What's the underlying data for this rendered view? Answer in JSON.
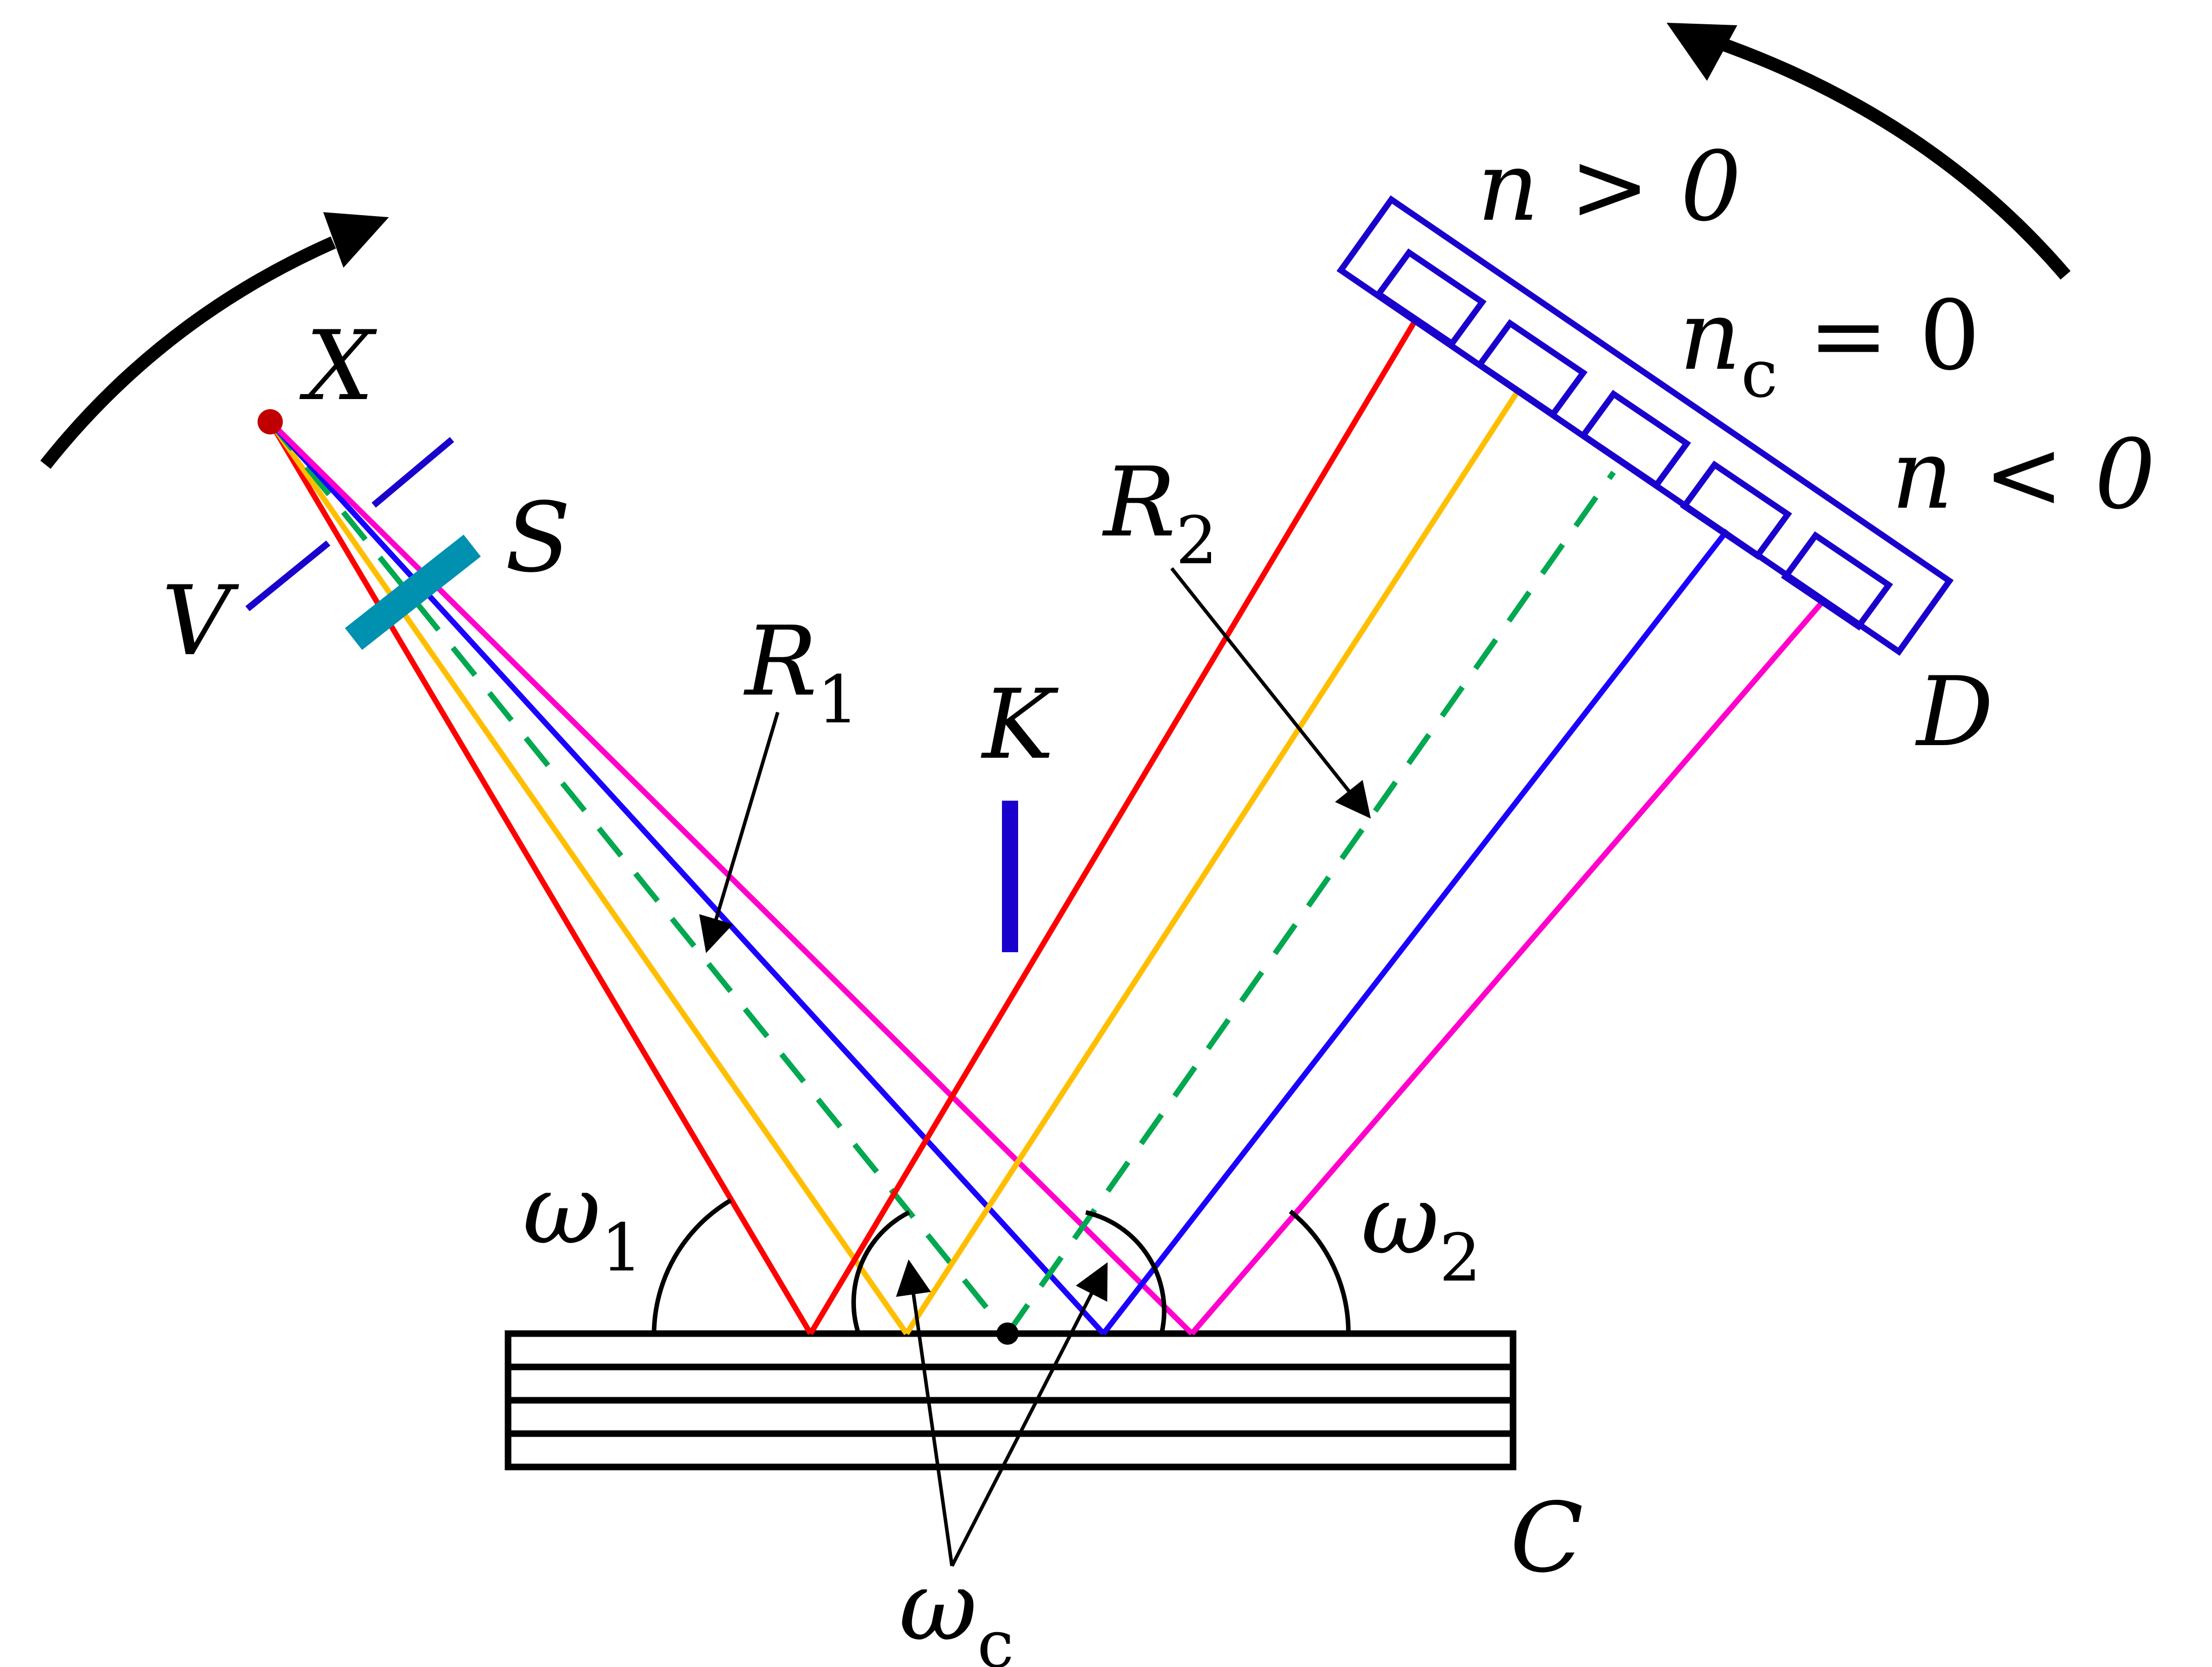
{
  "labels": {
    "X": "X",
    "S": "S",
    "V": "V",
    "R1": "R",
    "R1_sub": "1",
    "R2": "R",
    "R2_sub": "2",
    "K": "K",
    "D": "D",
    "C": "C",
    "n_pos": "n > 0",
    "n_c": "n",
    "n_c_sub": "c",
    "n_c_rest": " = 0",
    "n_neg": "n < 0",
    "omega1": "ω",
    "omega1_sub": "1",
    "omega2": "ω",
    "omega2_sub": "2",
    "omegac": "ω",
    "omegac_sub": "c"
  },
  "colors": {
    "ray_red": "#ff0000",
    "ray_orange": "#ffbf00",
    "ray_green_dashed": "#00a850",
    "ray_blue": "#1a00ff",
    "ray_magenta": "#ff00cc",
    "slit": "#1a00cc",
    "filter": "#0090b0",
    "detector": "#1a00cc",
    "source": "#c00000",
    "structure": "#000000"
  }
}
